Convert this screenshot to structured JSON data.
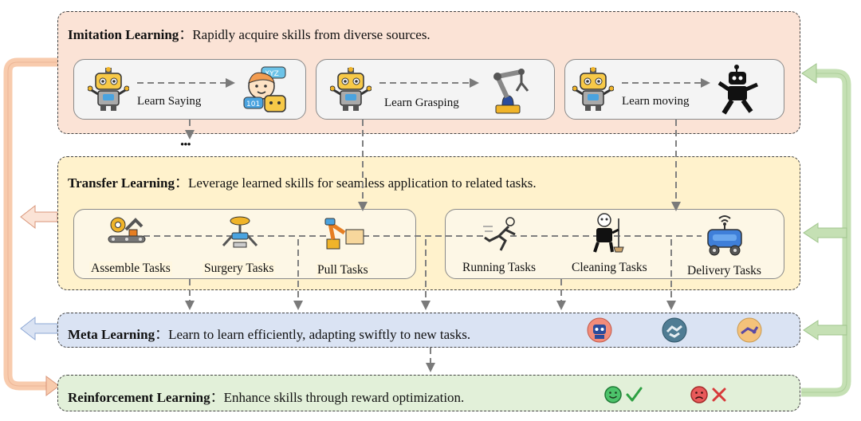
{
  "imitation": {
    "title": "Imitation Learning",
    "sep": "：",
    "desc": "Rapidly acquire skills from diverse sources.",
    "cards": [
      {
        "label": "Learn Saying"
      },
      {
        "label": "Learn Grasping"
      },
      {
        "label": "Learn moving"
      }
    ],
    "ellipsis": "•••"
  },
  "transfer": {
    "title": "Transfer Learning",
    "sep": "：",
    "desc": "Leverage learned skills for seamless application to related tasks.",
    "tasks": [
      "Assemble Tasks",
      "Surgery Tasks",
      "Pull Tasks",
      "Running Tasks",
      "Cleaning Tasks",
      "Delivery Tasks"
    ]
  },
  "meta": {
    "title": "Meta Learning",
    "sep": "：",
    "desc": "Learn to learn efficiently, adapting swiftly to new tasks."
  },
  "reinforcement": {
    "title": "Reinforcement Learning",
    "sep": "：",
    "desc": "Enhance skills through reward optimization."
  },
  "colors": {
    "imitation_bg": "#fbe3d6",
    "transfer_bg": "#fff2cc",
    "meta_bg": "#dae3f3",
    "reinforcement_bg": "#e2f0d9",
    "left_loop": "#f8cbad",
    "right_loop": "#c5e0b4",
    "meta_arrow": "#b4c7e7",
    "arrow_gray": "#808080",
    "good": "#2ea043",
    "bad": "#d73a3a"
  }
}
